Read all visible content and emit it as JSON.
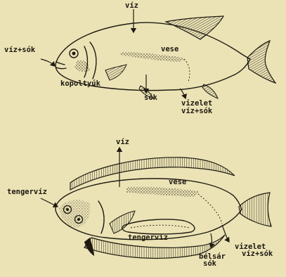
{
  "colors": {
    "paper": "#ebe3b5",
    "ink": "#1e1a12"
  },
  "freshwater_fish": {
    "labels": {
      "water_top": "víz",
      "water_salts_left": "víz+sók",
      "kidney": "vese",
      "gills": "kopoltyúk",
      "salts_bottom": "sók",
      "urine": "vizelet",
      "urine_contents": "víz+sók"
    }
  },
  "marine_fish": {
    "labels": {
      "water_top": "víz",
      "kidney": "vese",
      "seawater_mouth": "tengervíz",
      "seawater_body": "tengervíz",
      "gut_line1": "bélsár",
      "gut_line2": "sók",
      "urine": "vizelet",
      "urine_contents": "víz+sók"
    }
  }
}
